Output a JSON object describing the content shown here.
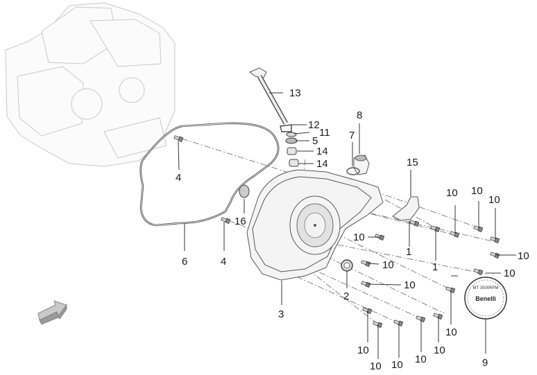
{
  "callouts": {
    "c1": "1",
    "c1b": "1",
    "c2": "2",
    "c3": "3",
    "c4": "4",
    "c4b": "4",
    "c5": "5",
    "c6": "6",
    "c7": "7",
    "c8": "8",
    "c9": "9",
    "c10": "10",
    "c11": "11",
    "c12": "12",
    "c13": "13",
    "c14": "14",
    "c14b": "14",
    "c15": "15",
    "c16": "16"
  },
  "clutch_cover": {
    "brand": "Benelli",
    "ring_text": "MT 3500RPM"
  },
  "colors": {
    "line": "#333333",
    "engine_outline": "#c8c8c8",
    "arrow_fill": "#bdbdbd"
  }
}
